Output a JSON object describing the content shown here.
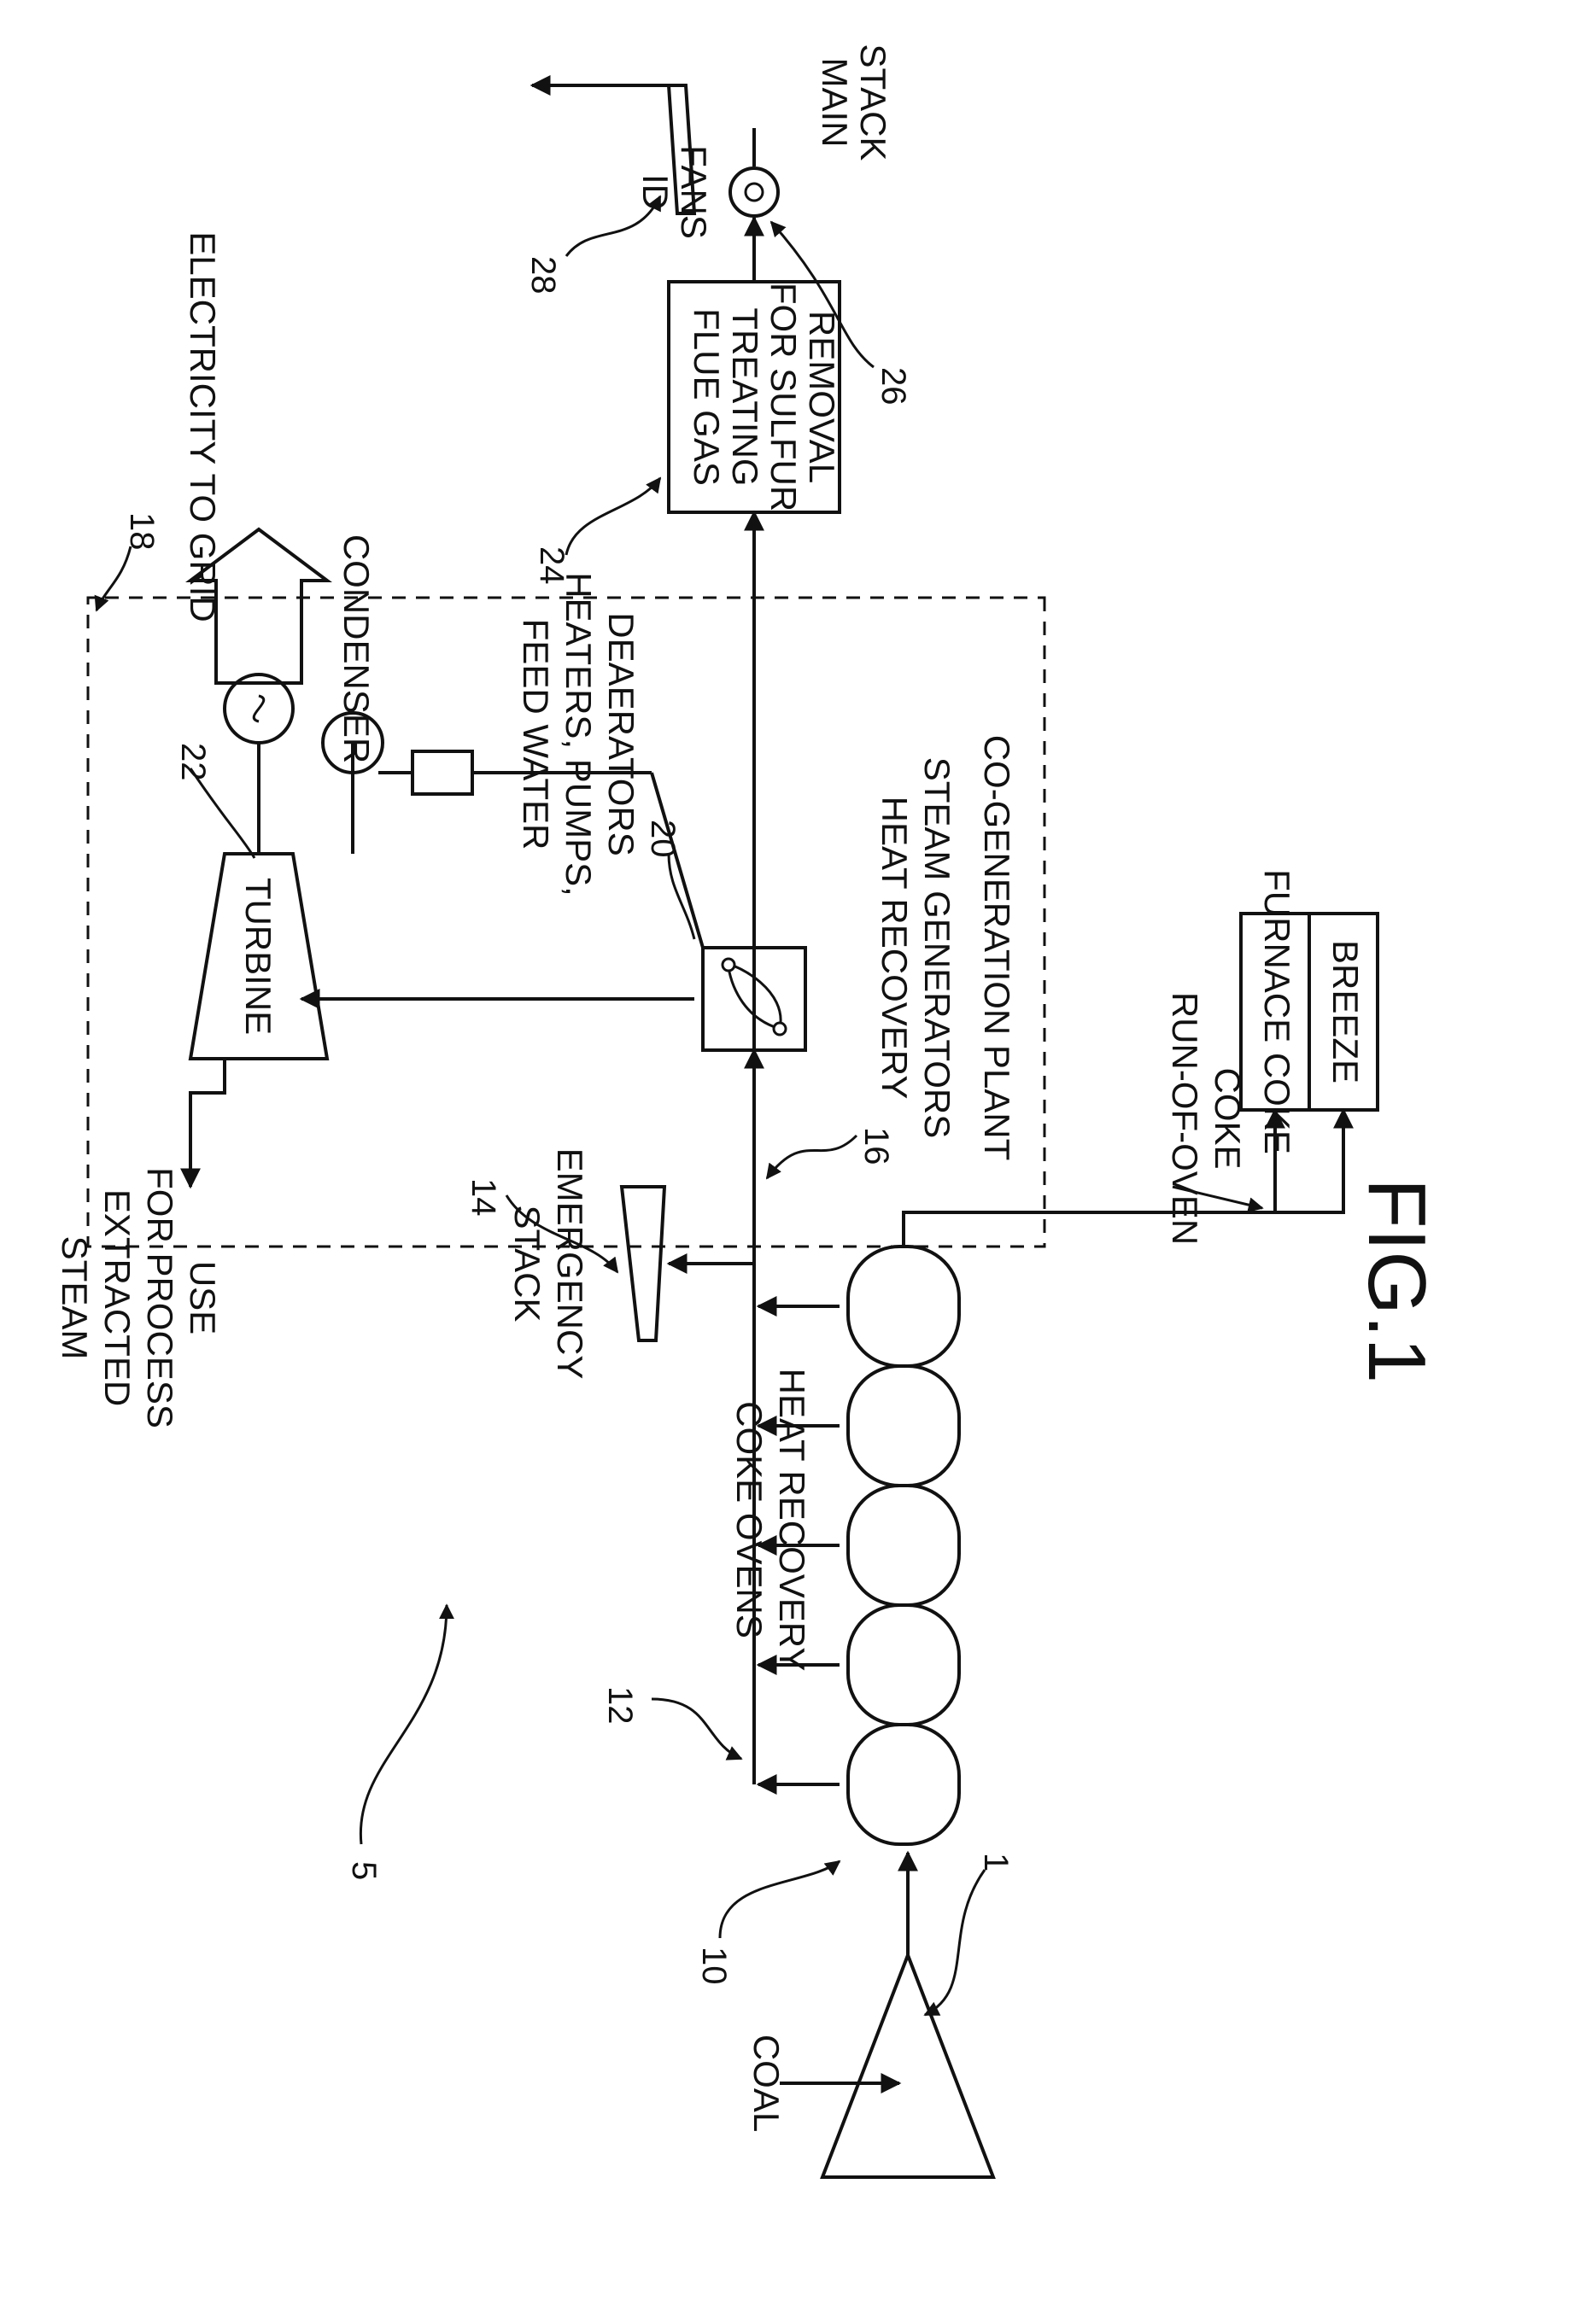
{
  "figure_label": "FIG.1",
  "refs": {
    "coal": "1",
    "system": "5",
    "ovens": "10",
    "manifold": "12",
    "emergency_stack": "14",
    "duct": "16",
    "cogen_plant": "18",
    "hrsg": "20",
    "turbine": "22",
    "flue_gas": "24",
    "id_fans": "26",
    "main_stack": "28"
  },
  "labels": {
    "coal": "COAL",
    "ovens_1": "HEAT RECOVERY",
    "ovens_2": "COKE OVENS",
    "emergency_stack_1": "EMERGENCY",
    "emergency_stack_2": "STACK",
    "steam_1": "STEAM",
    "steam_2": "EXTRACTED",
    "steam_3": "FOR PROCESS",
    "steam_4": "USE",
    "turbine": "TURBINE",
    "condenser": "CONDENSER",
    "feedwater_1": "FEED WATER",
    "feedwater_2": "HEATERS, PUMPS,",
    "feedwater_3": "DEAERATORS",
    "hrsg_1": "HEAT RECOVERY",
    "hrsg_2": "STEAM GENERATORS",
    "cogen": "CO-GENERATION PLANT",
    "electricity": "ELECTRICITY TO GRID",
    "flue_1": "FLUE GAS",
    "flue_2": "TREATING",
    "flue_3": "FOR SULFUR",
    "flue_4": "REMOVAL",
    "idfans_1": "ID",
    "idfans_2": "FANS",
    "mainstack_1": "MAIN",
    "mainstack_2": "STACK",
    "runofoven_1": "RUN-OF-OVEN",
    "runofoven_2": "COKE",
    "furnace_coke": "FURNACE COKE",
    "breeze": "BREEZE"
  }
}
